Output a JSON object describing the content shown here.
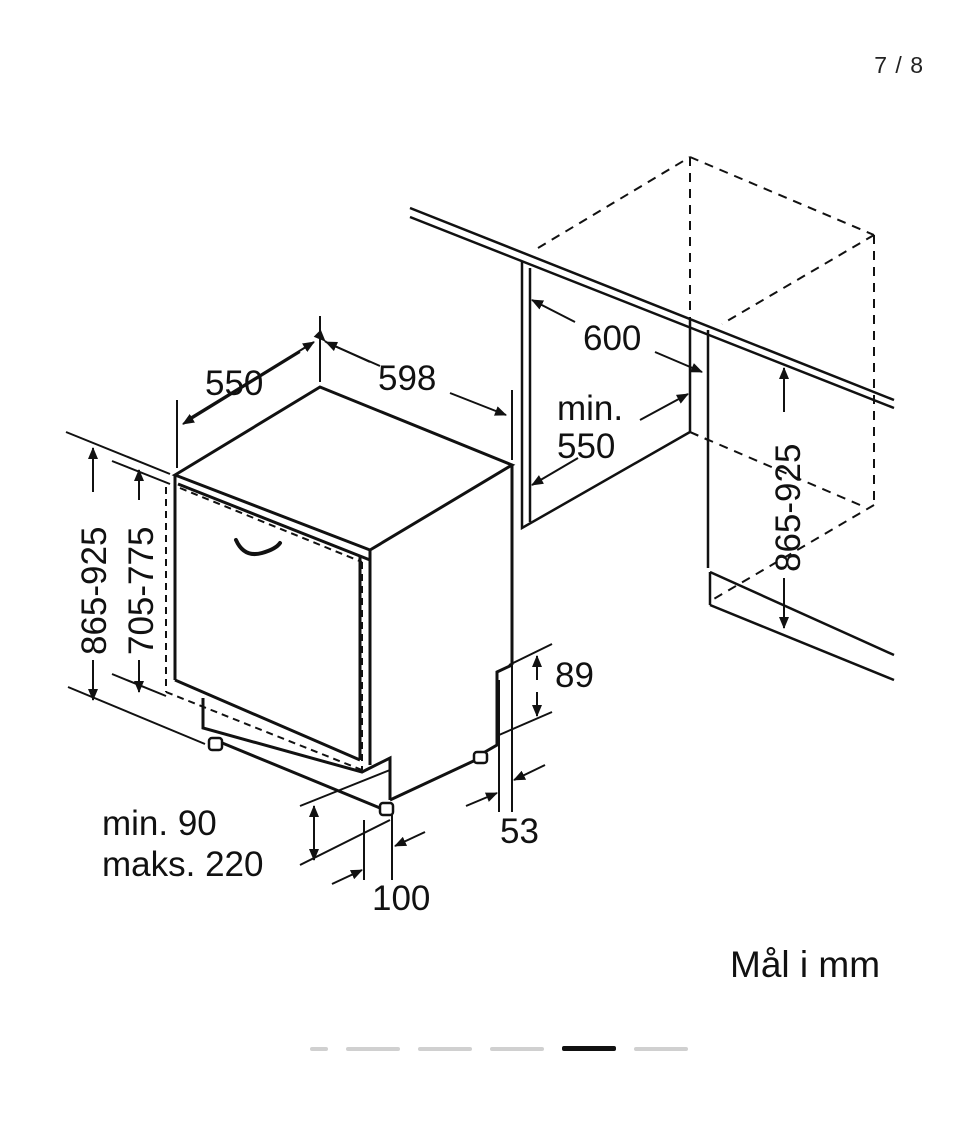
{
  "pager": {
    "counter": "7 / 8",
    "total": 6,
    "active_index": 4
  },
  "labels": {
    "d550": "550",
    "d598": "598",
    "d600": "600",
    "min550_a": "min.",
    "min550_b": "550",
    "h_cab": "865-925",
    "h_left": "865-925",
    "h_door": "705-775",
    "d89": "89",
    "d53": "53",
    "d100": "100",
    "min90": "min. 90",
    "maks220": "maks. 220",
    "unit": "Mål i mm"
  }
}
